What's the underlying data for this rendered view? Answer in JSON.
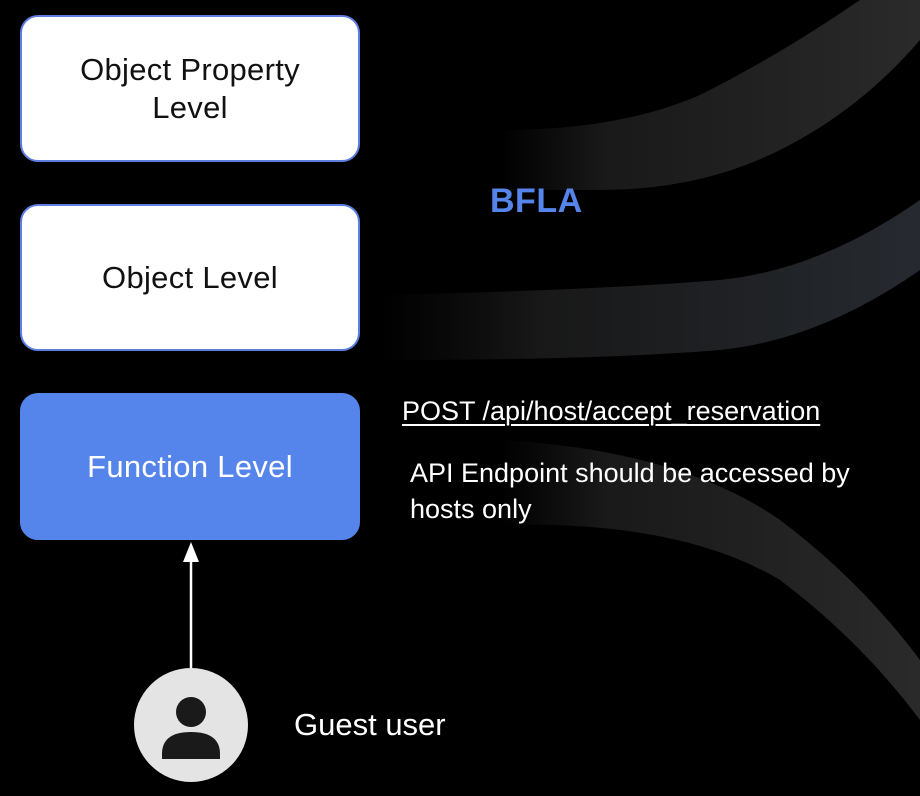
{
  "levels": {
    "object_property": "Object Property Level",
    "object": "Object Level",
    "function": "Function Level"
  },
  "attack_label": "BFLA",
  "endpoint": "POST /api/host/accept_reservation",
  "description": "API Endpoint should be accessed by hosts only",
  "actor": {
    "label": "Guest user",
    "icon": "user-icon"
  },
  "colors": {
    "background": "#000000",
    "accent_blue": "#5585ea",
    "box_white": "#ffffff",
    "avatar_bg": "#e4e4e4"
  }
}
